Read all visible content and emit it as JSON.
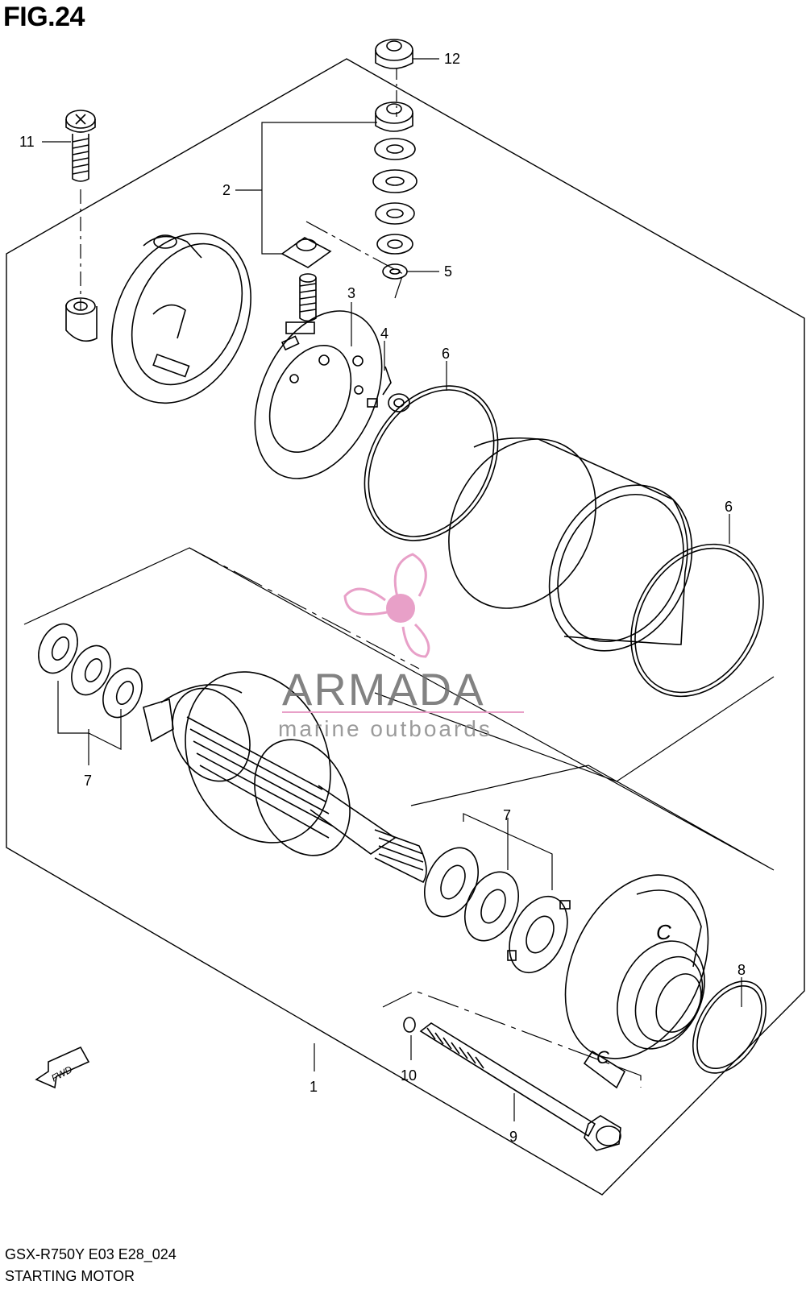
{
  "figure": {
    "title": "FIG.24"
  },
  "footer": {
    "model_code": "GSX-R750Y E03 E28_024",
    "diagram_name": "STARTING MOTOR"
  },
  "watermark": {
    "brand": "ARMADA",
    "tagline": "marine outboards",
    "color": "#e8a0c8"
  },
  "direction_arrow": {
    "label": "FWD"
  },
  "callouts": {
    "c1": "1",
    "c2": "2",
    "c3": "3",
    "c4": "4",
    "c5": "5",
    "c6a": "6",
    "c6b": "6",
    "c7a": "7",
    "c7b": "7",
    "c8": "8",
    "c9": "9",
    "c10": "10",
    "c11": "11",
    "c12": "12"
  },
  "cover_marks": {
    "top": "C",
    "bottom": "C"
  }
}
